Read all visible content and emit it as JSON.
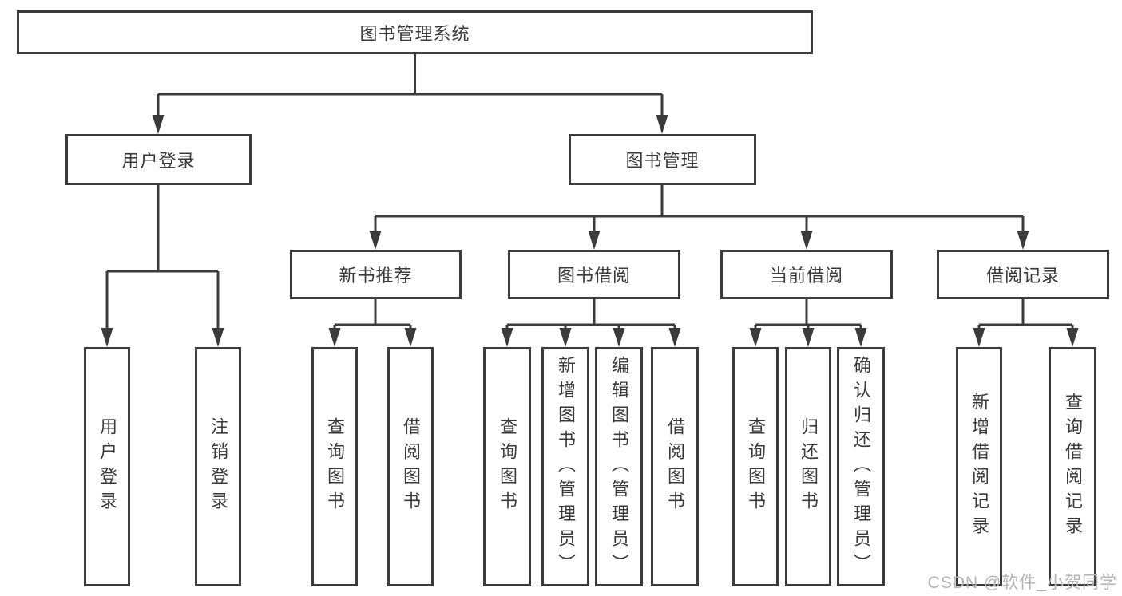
{
  "colors": {
    "line": "#3b3b3b",
    "text": "#3a3a3a",
    "box_background": "#ffffff",
    "watermark": "#b3b3b3"
  },
  "watermark": {
    "text": "CSDN @软件_小贺同学"
  },
  "tree": {
    "root": {
      "label": "图书管理系统"
    },
    "branches": [
      {
        "label": "用户登录",
        "children": [
          {
            "label": "用户登录"
          },
          {
            "label": "注销登录"
          }
        ]
      },
      {
        "label": "图书管理",
        "children": [
          {
            "label": "新书推荐",
            "children": [
              {
                "label": "查询图书"
              },
              {
                "label": "借阅图书"
              }
            ]
          },
          {
            "label": "图书借阅",
            "children": [
              {
                "label": "查询图书"
              },
              {
                "label": "新增图书（管理员）"
              },
              {
                "label": "编辑图书（管理员）"
              },
              {
                "label": "借阅图书"
              }
            ]
          },
          {
            "label": "当前借阅",
            "children": [
              {
                "label": "查询图书"
              },
              {
                "label": "归还图书"
              },
              {
                "label": "确认归还（管理员）"
              }
            ]
          },
          {
            "label": "借阅记录",
            "children": [
              {
                "label": "新增借阅记录"
              },
              {
                "label": "查询借阅记录"
              }
            ]
          }
        ]
      }
    ]
  }
}
